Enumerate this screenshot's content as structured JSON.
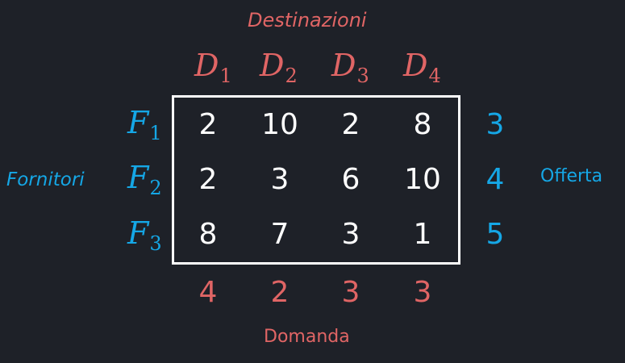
{
  "destinations_title": "Destinazioni",
  "suppliers_title": "Fornitori",
  "offer_title": "Offerta",
  "demand_title": "Domanda",
  "destinations": [
    {
      "letter": "D",
      "sub": "1"
    },
    {
      "letter": "D",
      "sub": "2"
    },
    {
      "letter": "D",
      "sub": "3"
    },
    {
      "letter": "D",
      "sub": "4"
    }
  ],
  "suppliers": [
    {
      "letter": "F",
      "sub": "1"
    },
    {
      "letter": "F",
      "sub": "2"
    },
    {
      "letter": "F",
      "sub": "3"
    }
  ],
  "costs": [
    [
      "2",
      "10",
      "2",
      "8"
    ],
    [
      "2",
      "3",
      "6",
      "10"
    ],
    [
      "8",
      "7",
      "3",
      "1"
    ]
  ],
  "offer": [
    "3",
    "4",
    "5"
  ],
  "demand": [
    "4",
    "2",
    "3",
    "3"
  ],
  "colors": {
    "background": "#1e2128",
    "destination_red": "#e06565",
    "supplier_blue": "#15a7e6",
    "cost_white": "#ffffff"
  }
}
